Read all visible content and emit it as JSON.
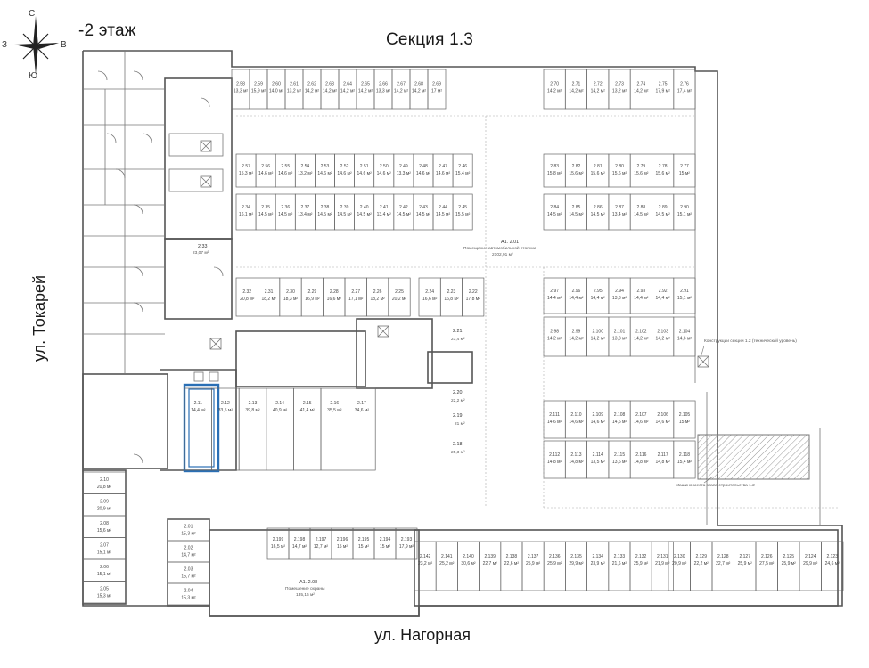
{
  "floor_label": "-2 этаж",
  "section_title": "Секция 1.3",
  "streets": {
    "bottom": "ул. Нагорная",
    "left": "ул. Токарей"
  },
  "compass": {
    "north": "С",
    "east": "В",
    "south": "Ю",
    "west": "З"
  },
  "rooms": {
    "main_parking": {
      "number": "А1. 2.01",
      "name": "Помещение автомобильной стоянки",
      "area": "2102,91 м²"
    },
    "room_233": {
      "number": "2.33",
      "area": "23,07 м²"
    },
    "room_221": {
      "number": "2.21",
      "area": "23,4 м²"
    },
    "room_220": {
      "number": "2.20",
      "area": "22,2 м²"
    },
    "room_219": {
      "number": "2.19",
      "area": "21 м²"
    },
    "room_218": {
      "number": "2.18",
      "area": "25,3 м²"
    },
    "room_208": {
      "number": "А1. 2.08",
      "name": "Помещение охраны",
      "area": "135,16 м²"
    },
    "note_right": "Конструкции секции 1.2 (технический уровень)",
    "note_bottom": "Машино-места этапа строительства 1.2"
  },
  "storage_rows": {
    "top_left": [
      {
        "n": "2.58",
        "a": "13,3 м²"
      },
      {
        "n": "2.59",
        "a": "15,9 м²"
      },
      {
        "n": "2.60",
        "a": "14,0 м²"
      },
      {
        "n": "2.61",
        "a": "13,2 м²"
      },
      {
        "n": "2.62",
        "a": "14,2 м²"
      },
      {
        "n": "2.63",
        "a": "14,2 м²"
      },
      {
        "n": "2.64",
        "a": "14,2 м²"
      },
      {
        "n": "2.65",
        "a": "14,2 м²"
      },
      {
        "n": "2.66",
        "a": "13,3 м²"
      },
      {
        "n": "2.67",
        "a": "14,2 м²"
      },
      {
        "n": "2.68",
        "a": "14,2 м²"
      },
      {
        "n": "2.69",
        "a": "17 м²"
      }
    ],
    "top_right": [
      {
        "n": "2.70",
        "a": "14,2 м²"
      },
      {
        "n": "2.71",
        "a": "14,2 м²"
      },
      {
        "n": "2.72",
        "a": "14,2 м²"
      },
      {
        "n": "2.73",
        "a": "13,2 м²"
      },
      {
        "n": "2.74",
        "a": "14,2 м²"
      },
      {
        "n": "2.75",
        "a": "17,9 м²"
      },
      {
        "n": "2.76",
        "a": "17,4 м²"
      }
    ],
    "mid_left_a": [
      {
        "n": "2.57",
        "a": "15,3 м²"
      },
      {
        "n": "2.56",
        "a": "14,6 м²"
      },
      {
        "n": "2.55",
        "a": "14,6 м²"
      },
      {
        "n": "2.54",
        "a": "13,2 м²"
      },
      {
        "n": "2.53",
        "a": "14,6 м²"
      },
      {
        "n": "2.52",
        "a": "14,6 м²"
      },
      {
        "n": "2.51",
        "a": "14,6 м²"
      },
      {
        "n": "2.50",
        "a": "14,6 м²"
      },
      {
        "n": "2.49",
        "a": "13,3 м²"
      },
      {
        "n": "2.48",
        "a": "14,6 м²"
      },
      {
        "n": "2.47",
        "a": "14,6 м²"
      },
      {
        "n": "2.46",
        "a": "15,4 м²"
      }
    ],
    "mid_left_b": [
      {
        "n": "2.34",
        "a": "16,1 м²"
      },
      {
        "n": "2.35",
        "a": "14,5 м²"
      },
      {
        "n": "2.36",
        "a": "14,5 м²"
      },
      {
        "n": "2.37",
        "a": "13,4 м²"
      },
      {
        "n": "2.38",
        "a": "14,5 м²"
      },
      {
        "n": "2.39",
        "a": "14,5 м²"
      },
      {
        "n": "2.40",
        "a": "14,5 м²"
      },
      {
        "n": "2.41",
        "a": "13,4 м²"
      },
      {
        "n": "2.42",
        "a": "14,5 м²"
      },
      {
        "n": "2.43",
        "a": "14,5 м²"
      },
      {
        "n": "2.44",
        "a": "14,5 м²"
      },
      {
        "n": "2.45",
        "a": "15,5 м²"
      }
    ],
    "mid_right_a": [
      {
        "n": "2.83",
        "a": "15,8 м²"
      },
      {
        "n": "2.82",
        "a": "15,6 м²"
      },
      {
        "n": "2.81",
        "a": "15,6 м²"
      },
      {
        "n": "2.80",
        "a": "15,6 м²"
      },
      {
        "n": "2.79",
        "a": "15,6 м²"
      },
      {
        "n": "2.78",
        "a": "15,6 м²"
      },
      {
        "n": "2.77",
        "a": "15 м²"
      }
    ],
    "mid_right_b": [
      {
        "n": "2.84",
        "a": "14,5 м²"
      },
      {
        "n": "2.85",
        "a": "14,5 м²"
      },
      {
        "n": "2.86",
        "a": "14,5 м²"
      },
      {
        "n": "2.87",
        "a": "13,4 м²"
      },
      {
        "n": "2.88",
        "a": "14,5 м²"
      },
      {
        "n": "2.89",
        "a": "14,5 м²"
      },
      {
        "n": "2.90",
        "a": "15,1 м²"
      }
    ],
    "center_left": [
      {
        "n": "2.32",
        "a": "20,8 м²"
      },
      {
        "n": "2.31",
        "a": "18,2 м²"
      },
      {
        "n": "2.30",
        "a": "18,3 м²"
      },
      {
        "n": "2.29",
        "a": "16,9 м²"
      },
      {
        "n": "2.28",
        "a": "16,6 м²"
      },
      {
        "n": "2.27",
        "a": "17,1 м²"
      },
      {
        "n": "2.26",
        "a": "18,2 м²"
      },
      {
        "n": "2.25",
        "a": "20,2 м²"
      }
    ],
    "center_mid": [
      {
        "n": "2.24",
        "a": "16,6 м²"
      },
      {
        "n": "2.23",
        "a": "16,8 м²"
      },
      {
        "n": "2.22",
        "a": "17,8 м²"
      }
    ],
    "center_right_a": [
      {
        "n": "2.97",
        "a": "14,4 м²"
      },
      {
        "n": "2.96",
        "a": "14,4 м²"
      },
      {
        "n": "2.95",
        "a": "14,4 м²"
      },
      {
        "n": "2.94",
        "a": "13,3 м²"
      },
      {
        "n": "2.93",
        "a": "14,4 м²"
      },
      {
        "n": "2.92",
        "a": "14,4 м²"
      },
      {
        "n": "2.91",
        "a": "15,1 м²"
      }
    ],
    "center_right_b": [
      {
        "n": "2.98",
        "a": "14,2 м²"
      },
      {
        "n": "2.99",
        "a": "14,2 м²"
      },
      {
        "n": "2.100",
        "a": "14,2 м²"
      },
      {
        "n": "2.101",
        "a": "13,3 м²"
      },
      {
        "n": "2.102",
        "a": "14,2 м²"
      },
      {
        "n": "2.103",
        "a": "14,2 м²"
      },
      {
        "n": "2.104",
        "a": "14,6 м²"
      }
    ],
    "lower_center": [
      {
        "n": "2.11",
        "a": "14,4 м²",
        "highlight": true
      },
      {
        "n": "2.12",
        "a": "33,5 м²"
      },
      {
        "n": "2.13",
        "a": "39,8 м²"
      },
      {
        "n": "2.14",
        "a": "40,9 м²"
      },
      {
        "n": "2.15",
        "a": "41,4 м²"
      },
      {
        "n": "2.16",
        "a": "35,5 м²"
      },
      {
        "n": "2.17",
        "a": "34,6 м²"
      }
    ],
    "lower_right_a": [
      {
        "n": "2.111",
        "a": "14,6 м²"
      },
      {
        "n": "2.110",
        "a": "14,6 м²"
      },
      {
        "n": "2.109",
        "a": "14,6 м²"
      },
      {
        "n": "2.108",
        "a": "14,6 м²"
      },
      {
        "n": "2.107",
        "a": "14,6 м²"
      },
      {
        "n": "2.106",
        "a": "14,6 м²"
      },
      {
        "n": "2.105",
        "a": "15 м²"
      }
    ],
    "lower_right_b": [
      {
        "n": "2.112",
        "a": "14,8 м²"
      },
      {
        "n": "2.113",
        "a": "14,8 м²"
      },
      {
        "n": "2.114",
        "a": "13,5 м²"
      },
      {
        "n": "2.115",
        "a": "13,6 м²"
      },
      {
        "n": "2.116",
        "a": "14,8 м²"
      },
      {
        "n": "2.117",
        "a": "14,8 м²"
      },
      {
        "n": "2.118",
        "a": "15,4 м²"
      }
    ],
    "left_column": [
      {
        "n": "2.10",
        "a": "20,8 м²"
      },
      {
        "n": "2.09",
        "a": "20,9 м²"
      },
      {
        "n": "2.08",
        "a": "15,6 м²"
      },
      {
        "n": "2.07",
        "a": "15,1 м²"
      },
      {
        "n": "2.06",
        "a": "15,1 м²"
      },
      {
        "n": "2.05",
        "a": "15,3 м²"
      }
    ],
    "left_column_2": [
      {
        "n": "2.01",
        "a": "15,3 м²"
      },
      {
        "n": "2.02",
        "a": "14,7 м²"
      },
      {
        "n": "2.03",
        "a": "15,7 м²"
      },
      {
        "n": "2.04",
        "a": "15,3 м²"
      }
    ],
    "bottom_small": [
      {
        "n": "2.199",
        "a": "16,5 м²"
      },
      {
        "n": "2.198",
        "a": "14,7 м²"
      },
      {
        "n": "2.197",
        "a": "12,7 м²"
      },
      {
        "n": "2.196",
        "a": "15 м²"
      },
      {
        "n": "2.195",
        "a": "15 м²"
      },
      {
        "n": "2.194",
        "a": "15 м²"
      },
      {
        "n": "2.193",
        "a": "17,9 м²"
      }
    ],
    "bottom_long": [
      {
        "n": "2.142",
        "a": "23,2 м²"
      },
      {
        "n": "2.141",
        "a": "25,2 м²"
      },
      {
        "n": "2.140",
        "a": "30,6 м²"
      },
      {
        "n": "2.139",
        "a": "22,7 м²"
      },
      {
        "n": "2.138",
        "a": "22,6 м²"
      },
      {
        "n": "2.137",
        "a": "25,9 м²"
      },
      {
        "n": "2.136",
        "a": "25,9 м²"
      },
      {
        "n": "2.135",
        "a": "29,9 м²"
      },
      {
        "n": "2.134",
        "a": "23,9 м²"
      },
      {
        "n": "2.133",
        "a": "21,6 м²"
      },
      {
        "n": "2.132",
        "a": "25,9 м²"
      },
      {
        "n": "2.131",
        "a": "21,9 м²"
      }
    ],
    "bottom_long_right": [
      {
        "n": "2.130",
        "a": "20,9 м²"
      },
      {
        "n": "2.129",
        "a": "22,2 м²"
      },
      {
        "n": "2.128",
        "a": "22,7 м²"
      },
      {
        "n": "2.127",
        "a": "25,9 м²"
      },
      {
        "n": "2.126",
        "a": "27,5 м²"
      },
      {
        "n": "2.125",
        "a": "25,9 м²"
      },
      {
        "n": "2.124",
        "a": "29,9 м²"
      },
      {
        "n": "2.123",
        "a": "24,6 м²"
      }
    ]
  }
}
